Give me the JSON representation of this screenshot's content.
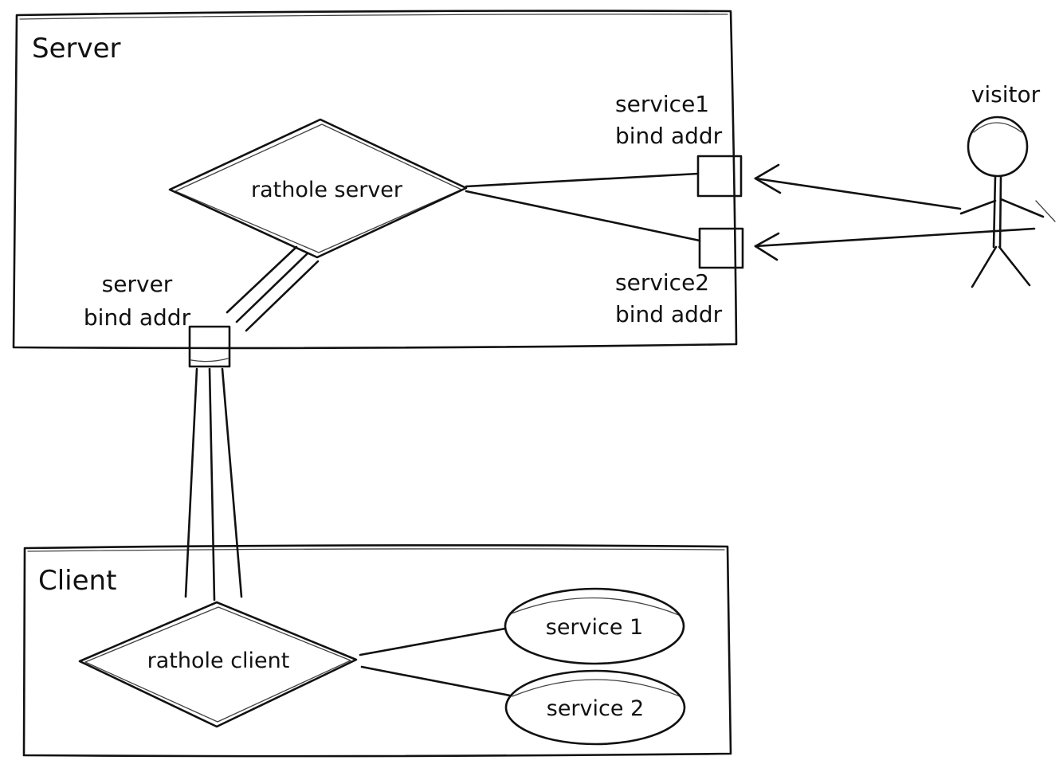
{
  "diagram": {
    "server_box": {
      "label": "Server"
    },
    "client_box": {
      "label": "Client"
    },
    "nodes": {
      "rathole_server": {
        "label": "rathole server",
        "shape": "diamond"
      },
      "rathole_client": {
        "label": "rathole client",
        "shape": "diamond"
      },
      "service1_bind": {
        "lines": [
          "service1",
          "bind addr"
        ],
        "shape": "square"
      },
      "service2_bind": {
        "lines": [
          "service2",
          "bind addr"
        ],
        "shape": "square"
      },
      "server_bind": {
        "lines": [
          "server",
          "bind addr"
        ],
        "shape": "square"
      },
      "visitor": {
        "label": "visitor",
        "shape": "stick-figure"
      },
      "service1": {
        "label": "service 1",
        "shape": "ellipse"
      },
      "service2": {
        "label": "service 2",
        "shape": "ellipse"
      }
    },
    "edges": [
      {
        "from": "rathole server",
        "to": "service1 bind addr",
        "style": "line"
      },
      {
        "from": "rathole server",
        "to": "service2 bind addr",
        "style": "line"
      },
      {
        "from": "rathole server",
        "to": "server bind addr",
        "style": "triple-line"
      },
      {
        "from": "server bind addr",
        "to": "rathole client",
        "style": "triple-line"
      },
      {
        "from": "rathole client",
        "to": "service 1",
        "style": "line"
      },
      {
        "from": "rathole client",
        "to": "service 2",
        "style": "line"
      },
      {
        "from": "visitor",
        "to": "service1 bind addr",
        "style": "arrow"
      },
      {
        "from": "visitor",
        "to": "service2 bind addr",
        "style": "arrow"
      }
    ],
    "colors": {
      "stroke": "#111111",
      "background": "#ffffff"
    }
  }
}
